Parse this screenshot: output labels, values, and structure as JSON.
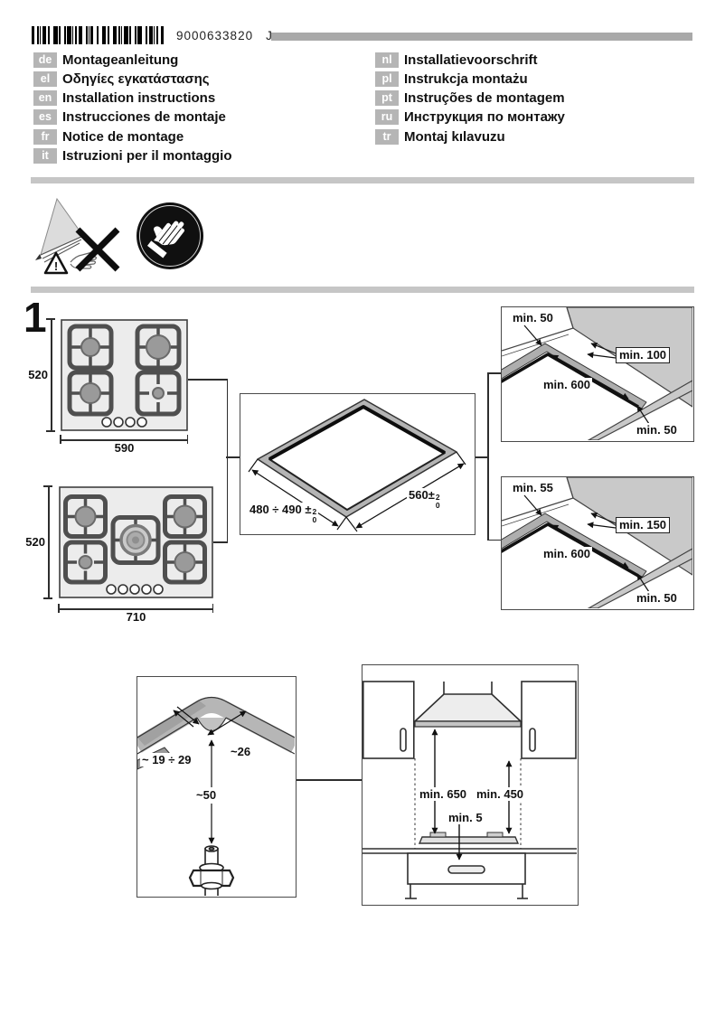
{
  "header": {
    "part_number": "9000633820",
    "revision": "J"
  },
  "languages": {
    "left": [
      {
        "code": "de",
        "title": "Montageanleitung"
      },
      {
        "code": "el",
        "title": "Οδηγίες εγκατάστασης"
      },
      {
        "code": "en",
        "title": "Installation instructions"
      },
      {
        "code": "es",
        "title": "Instrucciones de montaje"
      },
      {
        "code": "fr",
        "title": "Notice de montage"
      },
      {
        "code": "it",
        "title": "Istruzioni per il montaggio"
      }
    ],
    "right": [
      {
        "code": "nl",
        "title": "Installatievoorschrift"
      },
      {
        "code": "pl",
        "title": "Instrukcja montażu"
      },
      {
        "code": "pt",
        "title": "Instruções de montagem"
      },
      {
        "code": "ru",
        "title": "Инструкция по монтажу"
      },
      {
        "code": "tr",
        "title": "Montaj kılavuzu"
      }
    ]
  },
  "icons": {
    "glass_warning": "glass-pane-do-not-touch-warning",
    "gloves": "wear-protective-gloves-mandatory"
  },
  "figure1": {
    "label": "1",
    "hob_4burner": {
      "depth": "520",
      "width": "590"
    },
    "hob_5burner": {
      "depth": "520",
      "width": "710"
    },
    "cutout": {
      "depth_label": "480 ÷ 490 ±",
      "depth_tol_upper": "2",
      "depth_tol_lower": "0",
      "width_label": "560±",
      "width_tol_upper": "2",
      "width_tol_lower": "0"
    },
    "clearances_standard": {
      "rear": "min. 50",
      "side": "min. 100",
      "front_distance": "min. 600",
      "front_edge": "min. 50"
    },
    "clearances_alt": {
      "rear": "min. 55",
      "side": "min. 150",
      "front_distance": "min. 600",
      "front_edge": "min. 50"
    }
  },
  "corner_detail": {
    "worktop_thickness": "~ 19 ÷ 29",
    "corner_radius": "~26",
    "min_depth": "~50"
  },
  "hood_clearances": {
    "hood_to_hob": "min. 650",
    "cabinet_to_hob": "min. 450",
    "hob_to_drawer": "min. 5"
  }
}
